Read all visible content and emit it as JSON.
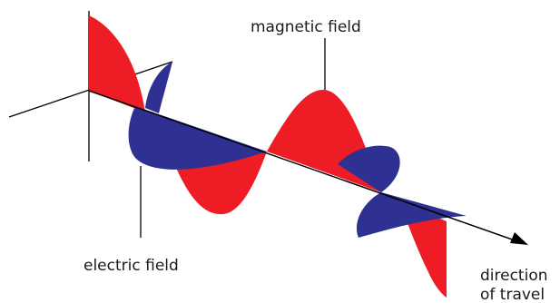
{
  "labels": {
    "magnetic": "magnetic field",
    "electric": "electric field",
    "direction_line1": "direction",
    "direction_line2": "of travel"
  },
  "colors": {
    "red_wave": "#ee1c25",
    "blue_wave": "#2e3192",
    "axis": "#000000",
    "background": "#ffffff"
  }
}
